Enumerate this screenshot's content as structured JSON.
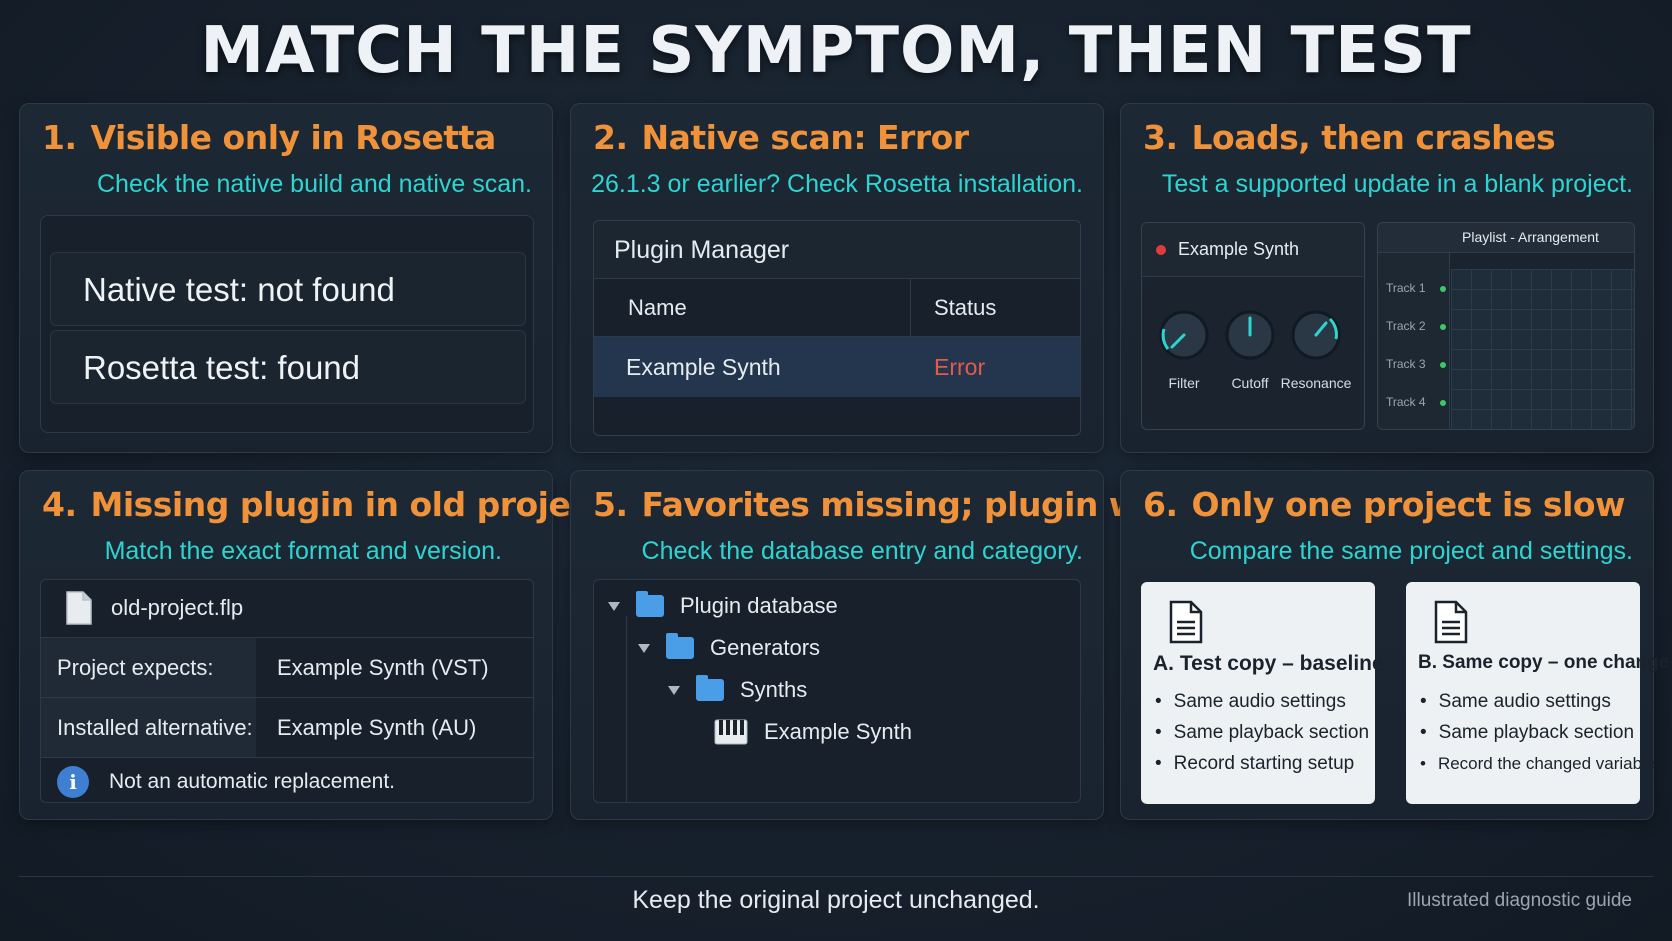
{
  "title": "MATCH THE SYMPTOM, THEN TEST",
  "panels": [
    {
      "num": "1.",
      "heading": "Visible only in Rosetta",
      "subheading": "Check the native build and native scan.",
      "rows": [
        "Native test: not found",
        "Rosetta test: found"
      ]
    },
    {
      "num": "2.",
      "heading": "Native scan: Error",
      "subheading": "26.1.3 or earlier? Check Rosetta installation.",
      "window_title": "Plugin Manager",
      "columns": [
        "Name",
        "Status"
      ],
      "row": {
        "name": "Example Synth",
        "status": "Error"
      }
    },
    {
      "num": "3.",
      "heading": "Loads, then crashes",
      "subheading": "Test a supported update in a blank project.",
      "synth_name": "Example Synth",
      "knobs": [
        "Filter",
        "Cutoff",
        "Resonance"
      ],
      "playlist_title": "Playlist - Arrangement",
      "tracks": [
        "Track 1",
        "Track 2",
        "Track 3",
        "Track 4"
      ]
    },
    {
      "num": "4.",
      "heading": "Missing plugin in old project",
      "subheading": "Match the exact format and version.",
      "file_name": "old-project.flp",
      "rows": [
        {
          "label": "Project expects:",
          "value": "Example Synth (VST)"
        },
        {
          "label": "Installed alternative:",
          "value": "Example Synth (AU)"
        }
      ],
      "info": "Not an automatic replacement."
    },
    {
      "num": "5.",
      "heading": "Favorites missing; plugin works",
      "subheading": "Check the database entry and category.",
      "tree": [
        "Plugin database",
        "Generators",
        "Synths",
        "Example Synth"
      ]
    },
    {
      "num": "6.",
      "heading": "Only one project is slow",
      "subheading": "Compare the same project and settings.",
      "cards": [
        {
          "title": "A. Test copy – baseline",
          "items": [
            "Same audio settings",
            "Same playback section",
            "Record starting setup"
          ]
        },
        {
          "title": "B. Same copy – one change",
          "items": [
            "Same audio settings",
            "Same playback section",
            "Record the changed variable"
          ]
        }
      ]
    }
  ],
  "footer": "Keep the original project unchanged.",
  "credit": "Illustrated diagnostic guide",
  "colors": {
    "heading": "#f0923a",
    "subheading": "#2fd4d0",
    "error": "#e15a4e",
    "background": "#17212d"
  }
}
